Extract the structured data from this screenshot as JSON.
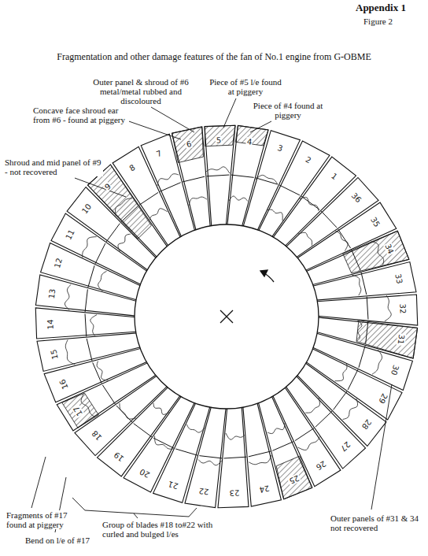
{
  "diagram": {
    "title": "Fragmentation and other damage features of the fan of No.1 engine from G-OBME",
    "labels": [
      "Appendix 1",
      "Figure 2",
      "Outer panel & shroud of #6 metal/metal rubbed and discoloured",
      "Piece of #5 l/e found at piggery",
      "Concave face shroud ear from #6 - found at piggery",
      "Piece of #4 found at piggery",
      "Shroud and mid panel of #9 - not recovered",
      "Fragments of #17 found at piggery",
      "Bend on l/e of #17",
      "Group of blades #18 to#22 with curled and bulged l/es",
      "Outer panels of #31 & 34 not recovered",
      "1",
      "2",
      "3",
      "4",
      "5",
      "6",
      "7",
      "8",
      "9",
      "10",
      "11",
      "12",
      "13",
      "14",
      "15",
      "16",
      "17",
      "18",
      "19",
      "20",
      "21",
      "22",
      "23",
      "24",
      "25",
      "26",
      "27",
      "28",
      "29",
      "30",
      "31",
      "32",
      "33",
      "34",
      "35",
      "36"
    ]
  }
}
